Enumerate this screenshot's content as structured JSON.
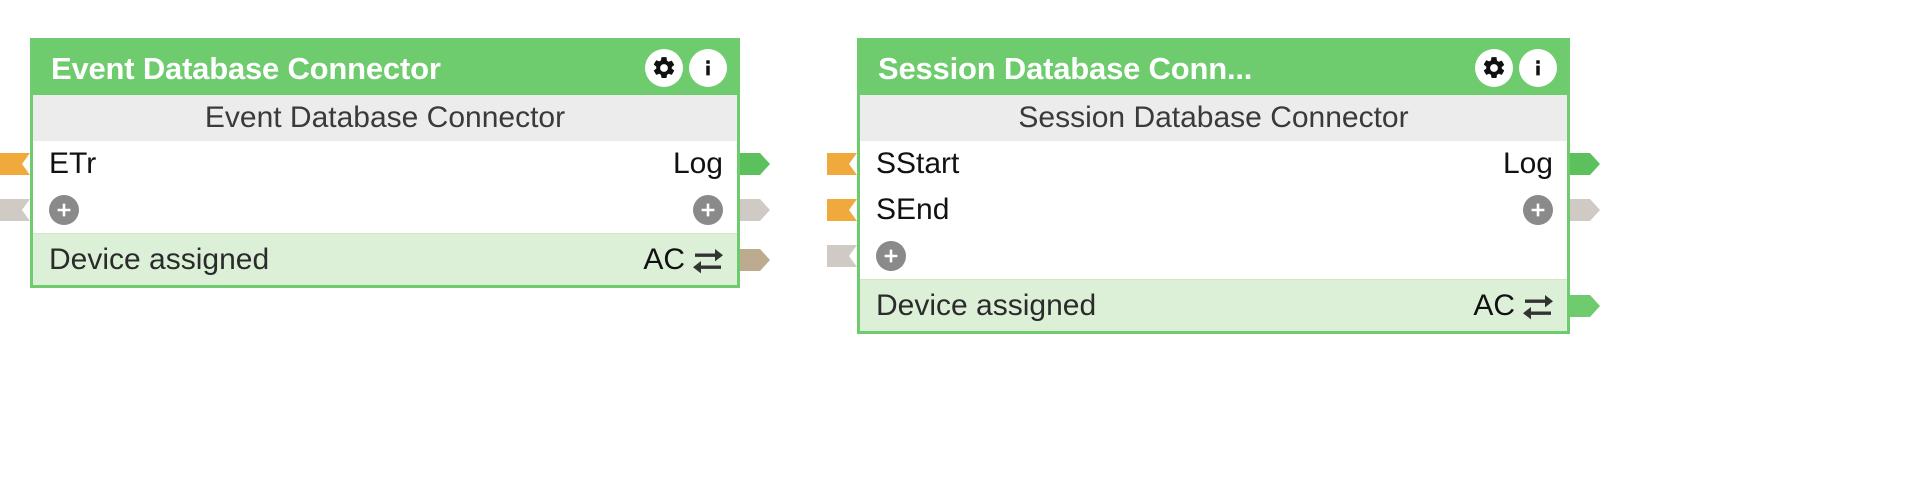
{
  "theme": {
    "node_border": "#6ecb6e",
    "header_bg": "#6ecb6e",
    "header_text": "#ffffff",
    "subtitle_bg": "#ececec",
    "subtitle_text": "#3a3a3a",
    "body_bg": "#ffffff",
    "footer_bg": "#dcf0d8",
    "port_event_color": "#f0a93c",
    "port_flow_color": "#5cc05c",
    "port_inactive_color": "#cfcbc4",
    "port_device_color": "#bcab8e",
    "plus_badge_color": "#8a8a8a",
    "text_color": "#111111"
  },
  "nodes": [
    {
      "id": "event-database-connector",
      "header": {
        "title": "Event Database Connector",
        "icons": [
          {
            "name": "gear-icon",
            "label": "Settings"
          },
          {
            "name": "info-icon",
            "label": "Info"
          }
        ]
      },
      "subtitle": "Event Database Connector",
      "rows": [
        {
          "kind": "port-row",
          "left_label": "ETr",
          "right_label": "Log",
          "in_port": {
            "name": "port-in-etr",
            "shape": "flag",
            "color": "#f0a93c"
          },
          "out_port": {
            "name": "port-out-log",
            "shape": "arrow",
            "color": "#5cc05c"
          }
        },
        {
          "kind": "add-row",
          "left_label": "",
          "right_label": "",
          "in_port": {
            "name": "port-in-add",
            "shape": "flag",
            "color": "#cfcbc4"
          },
          "out_port": {
            "name": "port-out-add",
            "shape": "arrow",
            "color": "#cfcbc4"
          }
        }
      ],
      "footer": {
        "label": "Device assigned",
        "value": "AC",
        "icon": "swap-arrows-icon",
        "out_port": {
          "name": "port-out-device",
          "shape": "arrow",
          "color": "#bcab8e"
        }
      }
    },
    {
      "id": "session-database-connector",
      "header": {
        "title": "Session Database Conn...",
        "icons": [
          {
            "name": "gear-icon",
            "label": "Settings"
          },
          {
            "name": "info-icon",
            "label": "Info"
          }
        ]
      },
      "subtitle": "Session Database Connector",
      "rows": [
        {
          "kind": "port-row",
          "left_label": "SStart",
          "right_label": "Log",
          "in_port": {
            "name": "port-in-sstart",
            "shape": "flag",
            "color": "#f0a93c"
          },
          "out_port": {
            "name": "port-out-log",
            "shape": "arrow",
            "color": "#5cc05c"
          }
        },
        {
          "kind": "port-row",
          "left_label": "SEnd",
          "right_label": "",
          "in_port": {
            "name": "port-in-send",
            "shape": "flag",
            "color": "#f0a93c"
          },
          "out_port": {
            "name": "port-out-add",
            "shape": "arrow",
            "color": "#cfcbc4"
          }
        },
        {
          "kind": "add-row",
          "left_label": "",
          "right_label": "",
          "in_port": {
            "name": "port-in-add",
            "shape": "flag",
            "color": "#cfcbc4"
          },
          "out_port": null
        }
      ],
      "footer": {
        "label": "Device assigned",
        "value": "AC",
        "icon": "swap-arrows-icon",
        "out_port": {
          "name": "port-out-device",
          "shape": "arrow",
          "color": "#6ecb6e"
        }
      }
    }
  ]
}
